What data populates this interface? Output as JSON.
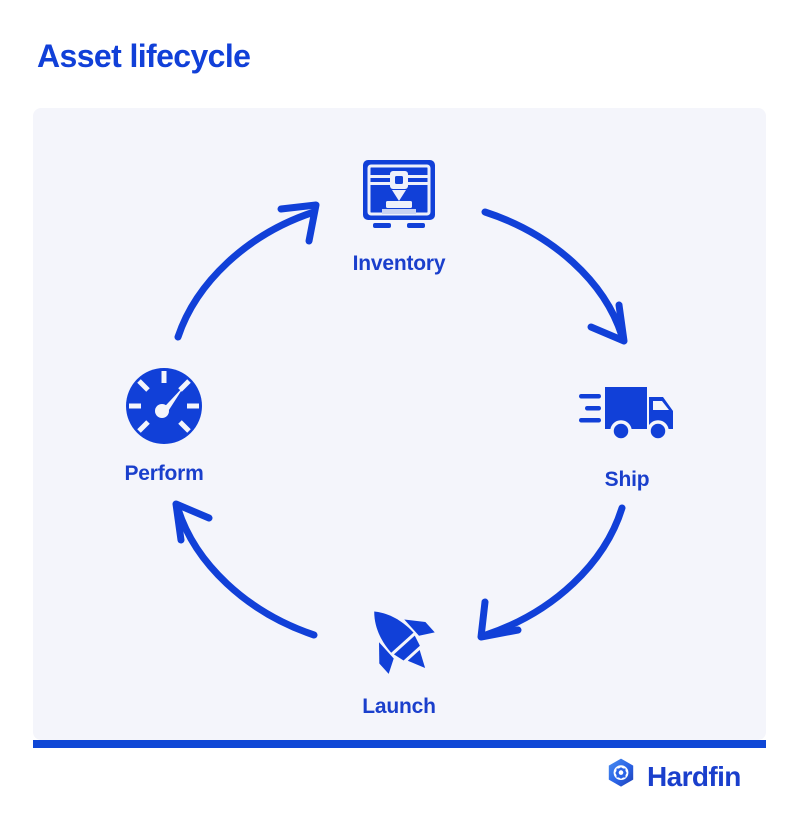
{
  "page": {
    "title": "Asset lifecycle",
    "background_color": "#ffffff",
    "panel_color": "#f4f5fb",
    "accent_color": "#0f47d6",
    "label_color": "#1a3fcc"
  },
  "diagram": {
    "type": "cycle",
    "direction": "clockwise",
    "nodes": [
      {
        "id": "inventory",
        "label": "Inventory",
        "icon": "3d-printer-icon",
        "position": "top"
      },
      {
        "id": "ship",
        "label": "Ship",
        "icon": "delivery-truck-icon",
        "position": "right"
      },
      {
        "id": "launch",
        "label": "Launch",
        "icon": "rocket-icon",
        "position": "bottom"
      },
      {
        "id": "perform",
        "label": "Perform",
        "icon": "speedometer-gauge-icon",
        "position": "left"
      }
    ],
    "arrows": [
      {
        "id": "arrow-inventory-to-ship",
        "from": "inventory",
        "to": "ship"
      },
      {
        "id": "arrow-ship-to-launch",
        "from": "ship",
        "to": "launch"
      },
      {
        "id": "arrow-launch-to-perform",
        "from": "launch",
        "to": "perform"
      },
      {
        "id": "arrow-perform-to-inventory",
        "from": "perform",
        "to": "inventory"
      }
    ]
  },
  "footer": {
    "brand_name": "Hardfin",
    "logo_icon": "hardfin-hexagon-gear-logo"
  }
}
